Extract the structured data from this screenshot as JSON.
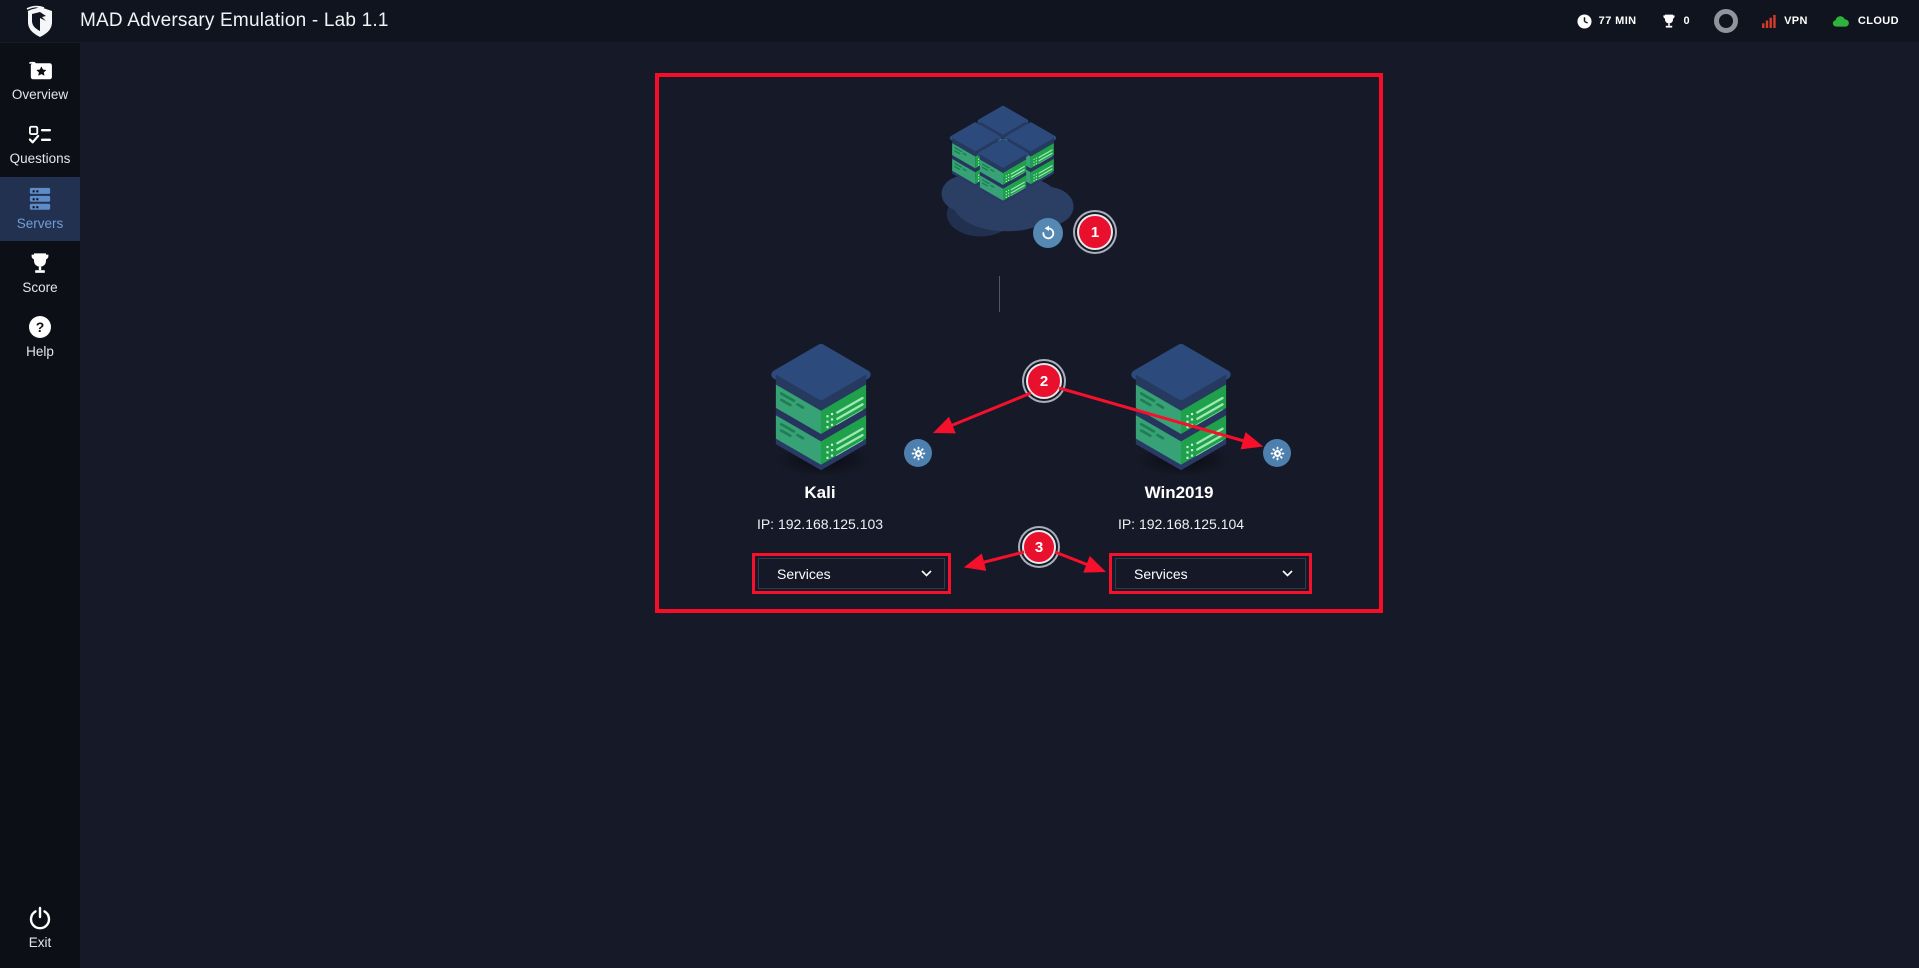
{
  "app": {
    "title": "MAD Adversary Emulation - Lab 1.1"
  },
  "topbar": {
    "timer": "77 MIN",
    "score_count": "0",
    "vpn_label": "VPN",
    "cloud_label": "CLOUD"
  },
  "sidebar": {
    "items": [
      {
        "label": "Overview",
        "active": false
      },
      {
        "label": "Questions",
        "active": false
      },
      {
        "label": "Servers",
        "active": true
      },
      {
        "label": "Score",
        "active": false
      },
      {
        "label": "Help",
        "active": false
      }
    ],
    "exit_label": "Exit"
  },
  "diagram": {
    "annotations": {
      "step1": "1",
      "step2": "2",
      "step3": "3"
    },
    "servers": [
      {
        "name": "Kali",
        "ip": "IP: 192.168.125.103",
        "dropdown_label": "Services"
      },
      {
        "name": "Win2019",
        "ip": "IP: 192.168.125.104",
        "dropdown_label": "Services"
      }
    ]
  },
  "colors": {
    "annotation_red": "#f70d28",
    "step_circle_red": "#e8102d",
    "action_button_blue": "#4d80ae",
    "active_nav_blue": "#6f9ed8",
    "vpn_signal_red": "#d63a2a",
    "cloud_status_green": "#2eb43c",
    "server_green": "#1fa14c",
    "server_navy": "#2c4a7c"
  }
}
